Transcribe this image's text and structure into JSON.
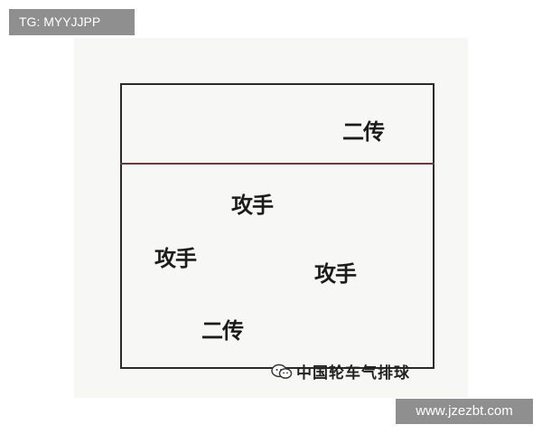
{
  "tag": {
    "text": "TG: MYYJJPP"
  },
  "diagram": {
    "front_zone": {
      "players": [
        {
          "role": "二传"
        }
      ]
    },
    "back_zone": {
      "players": [
        {
          "role": "攻手"
        },
        {
          "role": "攻手"
        },
        {
          "role": "攻手"
        },
        {
          "role": "二传"
        }
      ]
    }
  },
  "watermark": {
    "icon": "wechat-icon",
    "text": "中国轮车气排球"
  },
  "site": {
    "text": "www.jzezbt.com"
  },
  "colors": {
    "label_bg": "#8f8f8f",
    "line": "#2a2a2a",
    "net": "#6b3a3a"
  }
}
